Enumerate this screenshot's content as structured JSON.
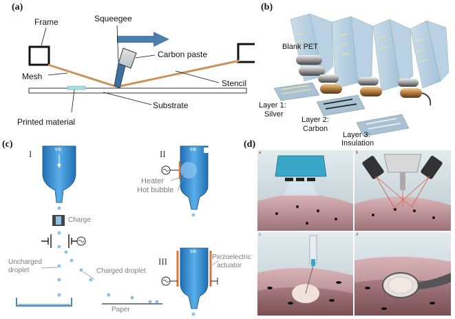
{
  "panel_a": {
    "label": "(a)",
    "frame": "Frame",
    "squeegee": "Squeegee",
    "carbon_paste": "Carbon paste",
    "mesh": "Mesh",
    "stencil": "Stencil",
    "substrate": "Substrate",
    "printed_material": "Printed material"
  },
  "panel_b": {
    "label": "(b)",
    "blank_pet": "Blank PET",
    "layer1": "Layer 1:",
    "layer1_name": "Silver",
    "layer2": "Layer 2:",
    "layer2_name": "Carbon",
    "layer3": "Layer 3:",
    "layer3_name": "Insulation"
  },
  "panel_c": {
    "label": "(c)",
    "roman_1": "I",
    "roman_2": "II",
    "roman_3": "III",
    "ink": "Ink",
    "charge": "Charge",
    "uncharged_droplet_1": "Uncharged",
    "uncharged_droplet_2": "droplet",
    "charged_droplet": "Charged droplet",
    "paper": "Paper",
    "heater": "Heater",
    "hot_bubble": "Hot bubble",
    "piezo_1": "Piezoelectric",
    "piezo_2": "actuator"
  },
  "panel_d": {
    "label": "(d)",
    "quad_a": "a",
    "quad_b": "b",
    "quad_c": "c",
    "quad_d": "d"
  },
  "colors": {
    "mesh_line": "#c8925a",
    "arrow_blue": "#4a7fae",
    "squeegee_blue": "#3f6fa0",
    "ink_blue": "#3a8fd1",
    "droplet_blue": "#8fc0e6",
    "skin_pink": "#c9a3a8",
    "tissue_bg": "#c7d3d8"
  }
}
